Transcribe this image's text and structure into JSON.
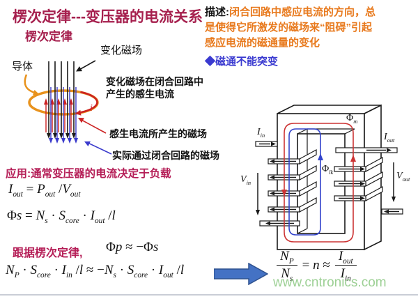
{
  "title": "楞次定律---变压器的电流关系",
  "lenz": {
    "subtitle": "楞次定律",
    "changing_field_label": "变化磁场",
    "conductor_label": "导体",
    "current_symbol": "i",
    "induced_current_label": "变化磁场在闭合回路中产生的感生电流",
    "induced_field_label": "感生电流所产生的磁场",
    "actual_field_label": "实际通过闭合回路的磁场"
  },
  "description": {
    "label": "描述:",
    "line1": "闭合回路中感应电流的方向，总",
    "line2": "是使得它所激发的磁场来“阻碍”引起",
    "line3": "感应电流的磁通量的变化",
    "bullet": "◆磁通不能突变"
  },
  "application": {
    "heading": "应用:通常变压器的电流决定于负载",
    "lenz_note": "跟据楞次定律,"
  },
  "formulas": {
    "f1": [
      {
        "t": "I",
        "s": "out"
      },
      {
        "t": " = ",
        "o": 1
      },
      {
        "t": "P",
        "s": "out"
      },
      {
        "t": " /",
        "o": 1
      },
      {
        "t": "V",
        "s": "out"
      }
    ],
    "f2": [
      {
        "t": "Φ",
        "o": 1
      },
      {
        "t": "s"
      },
      {
        "t": " = ",
        "o": 1
      },
      {
        "t": "N",
        "s": "s"
      },
      {
        "t": " · ",
        "o": 1
      },
      {
        "t": "S",
        "s": "core"
      },
      {
        "t": " · ",
        "o": 1
      },
      {
        "t": "I",
        "s": "out"
      },
      {
        "t": " /",
        "o": 1
      },
      {
        "t": "l"
      }
    ],
    "f3": [
      {
        "t": "Φ",
        "o": 1
      },
      {
        "t": "p"
      },
      {
        "t": " ≈ −",
        "o": 1
      },
      {
        "t": "Φ",
        "o": 1
      },
      {
        "t": "s"
      }
    ],
    "f4": [
      {
        "t": "N",
        "s": "P"
      },
      {
        "t": " · ",
        "o": 1
      },
      {
        "t": "S",
        "s": "core"
      },
      {
        "t": " · ",
        "o": 1
      },
      {
        "t": "I",
        "s": "in"
      },
      {
        "t": " /",
        "o": 1
      },
      {
        "t": "l"
      },
      {
        "t": " ≈ −",
        "o": 1
      },
      {
        "t": "N",
        "s": "s"
      },
      {
        "t": " · ",
        "o": 1
      },
      {
        "t": "S",
        "s": "core"
      },
      {
        "t": " · ",
        "o": 1
      },
      {
        "t": "I",
        "s": "out"
      },
      {
        "t": " /",
        "o": 1
      },
      {
        "t": "l"
      }
    ],
    "frac_num1": [
      {
        "t": "N",
        "s": "P"
      }
    ],
    "frac_den1": [
      {
        "t": "N",
        "s": "s"
      }
    ],
    "frac_mid": [
      {
        "t": " = ",
        "o": 1
      },
      {
        "t": "n"
      },
      {
        "t": " ≈ ",
        "o": 1
      }
    ],
    "frac_num2": [
      {
        "t": "I",
        "s": "out"
      }
    ],
    "frac_den2": [
      {
        "t": "I",
        "s": "in"
      }
    ]
  },
  "transformer": {
    "i_in": [
      {
        "t": "I",
        "s": "in"
      }
    ],
    "i_out": [
      {
        "t": "I",
        "s": "out"
      }
    ],
    "v_in": [
      {
        "t": "V",
        "s": "in"
      }
    ],
    "v_out": [
      {
        "t": "V",
        "s": "out"
      }
    ],
    "phi_m": [
      {
        "t": "Φ",
        "s": "m",
        "o": 1
      }
    ],
    "phi_lk": [
      {
        "t": "Φ",
        "s": "lk",
        "o": 1
      }
    ]
  },
  "watermark": "www.cntronics.com",
  "colors": {
    "title_crimson": "#a6204e",
    "heading_magenta": "#b51e57",
    "desc_orange": "#e87a1e",
    "bullet_blue": "#3a3ad0",
    "coil_orange": "#e8921c",
    "field_black": "#1a1a1a",
    "induced_red": "#cc2222",
    "flux_blue": "#3344cc",
    "block_arrow_blue": "#4472c4",
    "watermark_green": "#9cd494"
  }
}
